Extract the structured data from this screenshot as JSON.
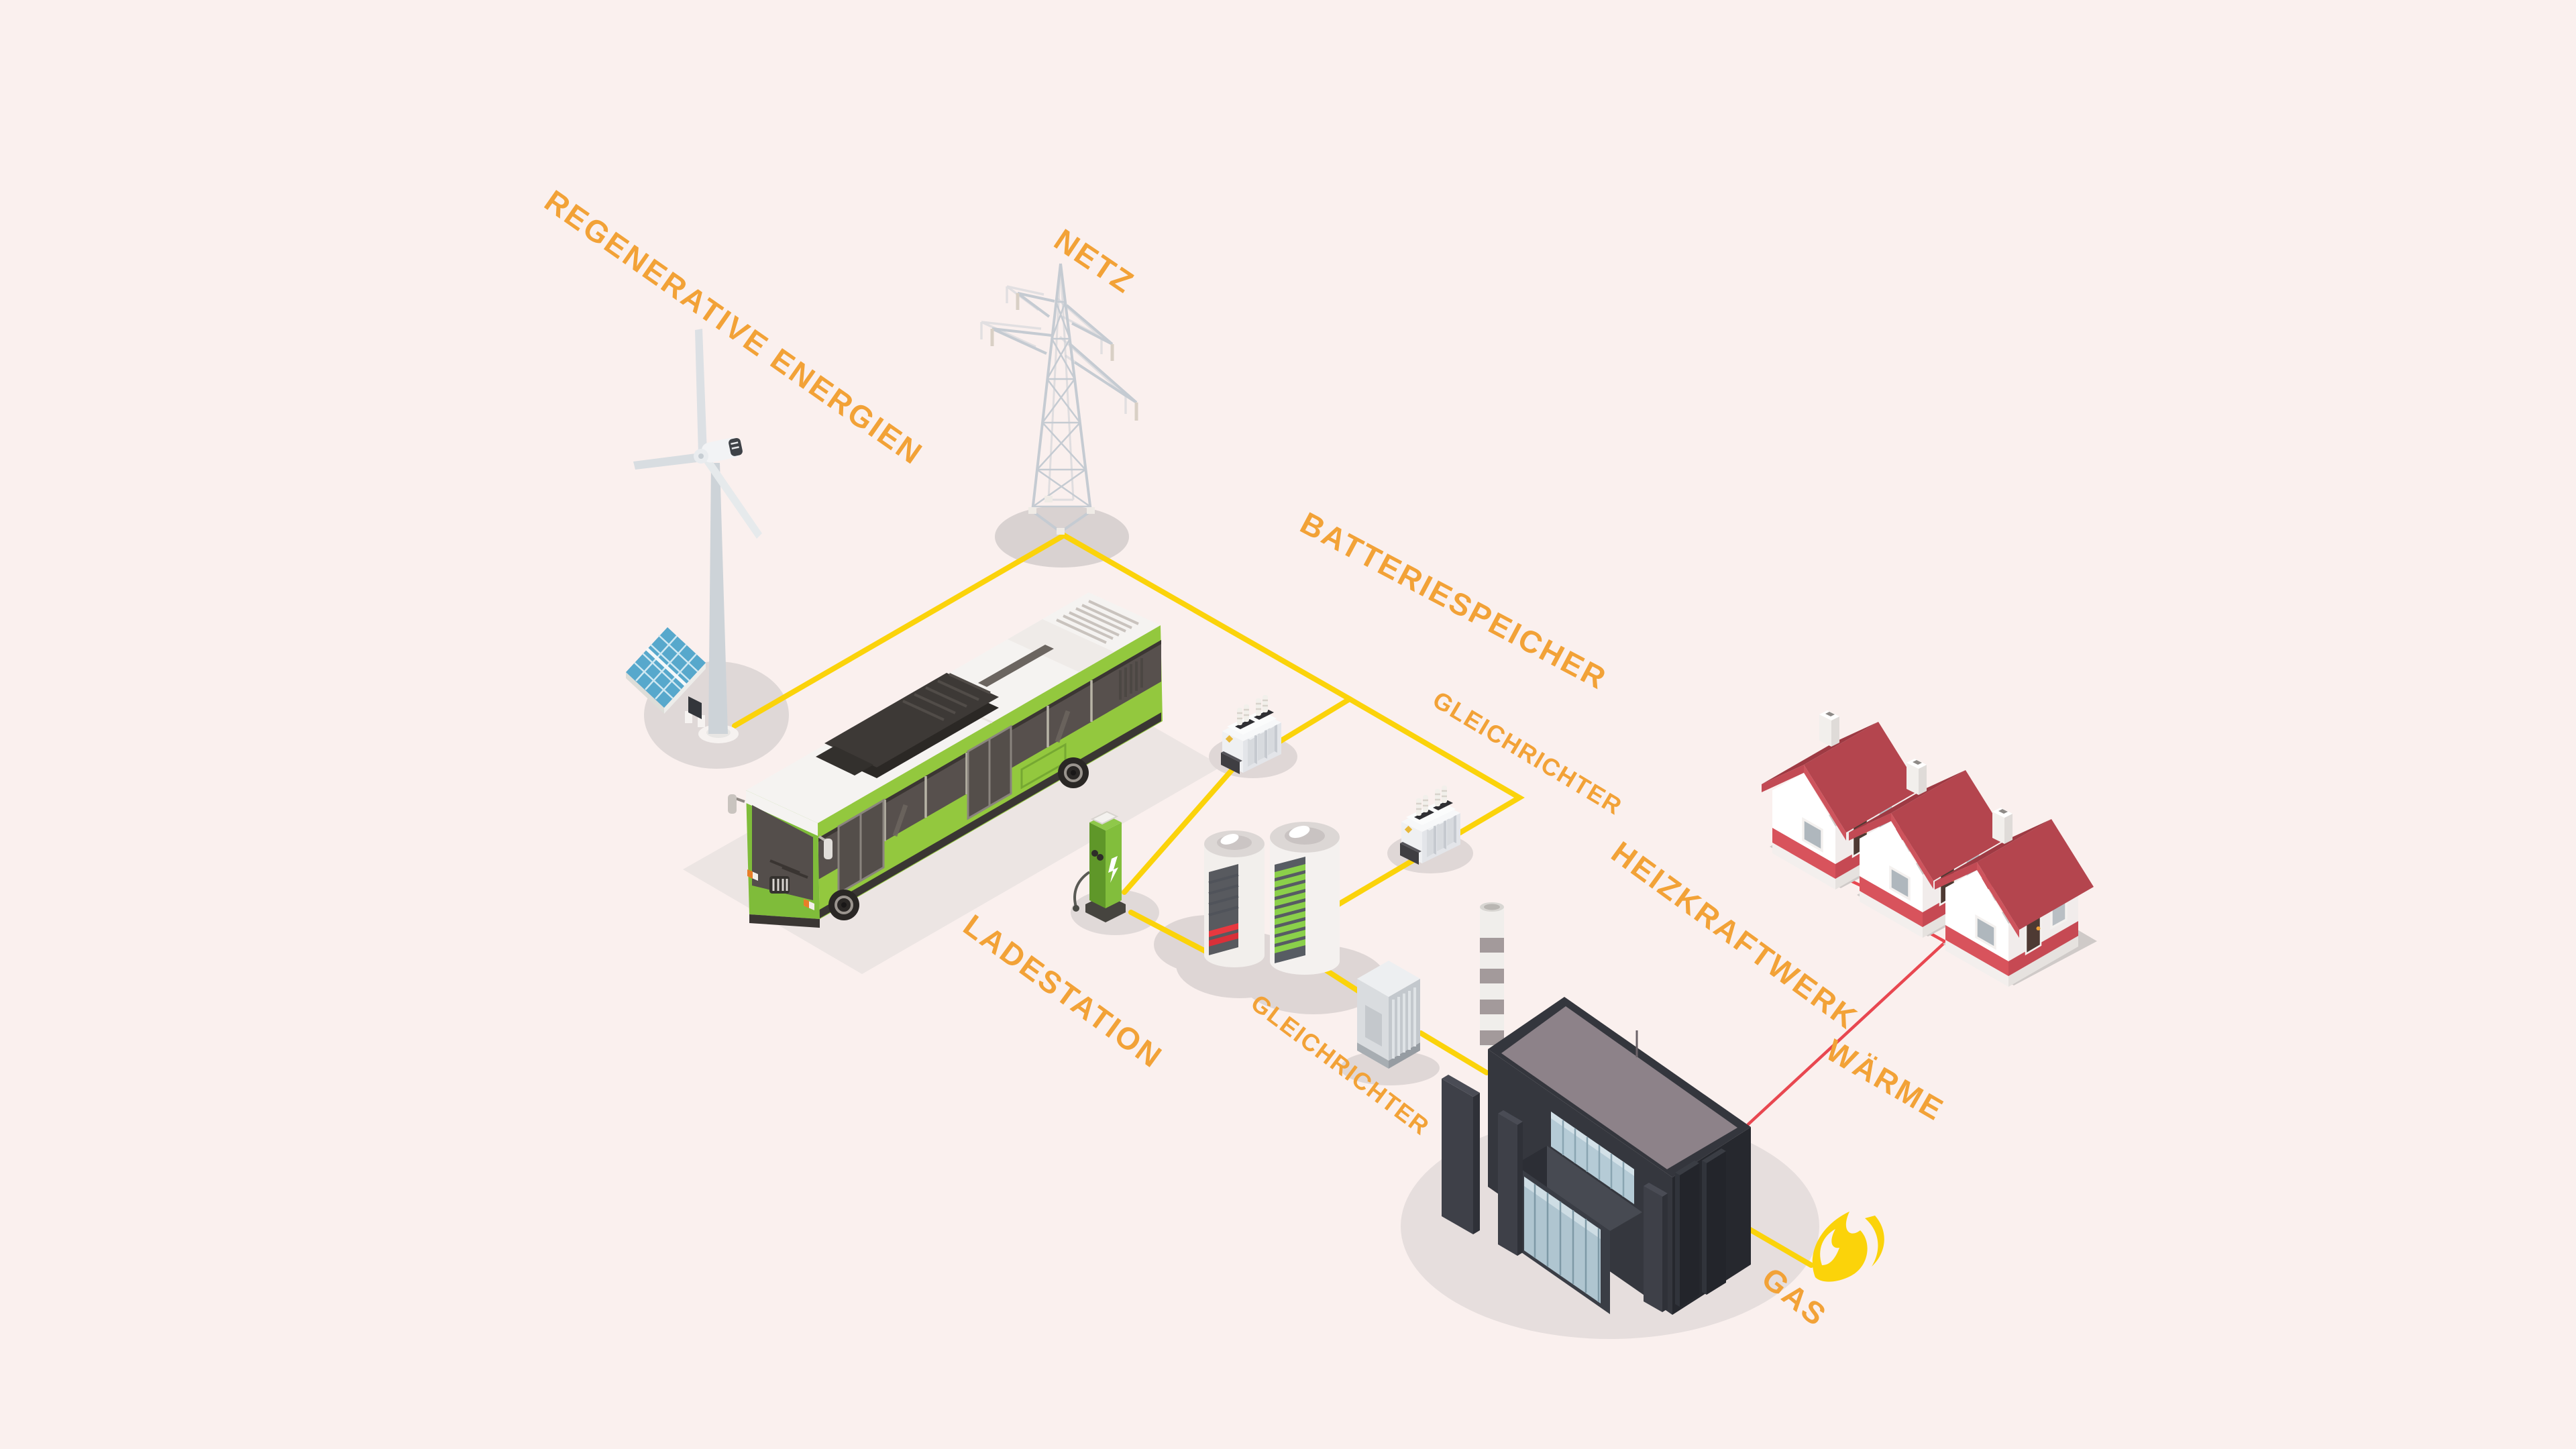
{
  "background_color": "#FAF0EE",
  "accent_colors": {
    "label_orange": "#F2A237",
    "power_line_yellow": "#FBD30A",
    "heat_line_red": "#E84750",
    "flame_yellow": "#FBD30A"
  },
  "labels": {
    "regenerative_energien": "REGENERATIVE ENERGIEN",
    "netz": "NETZ",
    "batteriespeicher": "BATTERIESPEICHER",
    "gleichrichter_top": "GLEICHRICHTER",
    "heizkraftwerk": "HEIZKRAFTWERK",
    "ladestation": "LADESTATION",
    "gleichrichter_bottom": "GLEICHRICHTER",
    "waerme": "WÄRME",
    "gas": "GAS"
  },
  "components": [
    {
      "id": "wind-turbine",
      "labelled_as": "regenerative_energien"
    },
    {
      "id": "solar-panel",
      "labelled_as": "regenerative_energien"
    },
    {
      "id": "transmission-tower",
      "labelled_as": "netz"
    },
    {
      "id": "electric-bus",
      "labelled_as": "ladestation"
    },
    {
      "id": "charging-station",
      "labelled_as": "ladestation"
    },
    {
      "id": "transformer-1",
      "labelled_as": "gleichrichter_top"
    },
    {
      "id": "transformer-2",
      "labelled_as": "gleichrichter_top"
    },
    {
      "id": "battery-storage",
      "labelled_as": "batteriespeicher"
    },
    {
      "id": "rectifier-cabinet",
      "labelled_as": "gleichrichter_bottom"
    },
    {
      "id": "chp-plant",
      "labelled_as": "heizkraftwerk"
    },
    {
      "id": "houses",
      "labelled_as": "waerme"
    },
    {
      "id": "gas-flame",
      "labelled_as": "gas"
    }
  ],
  "battery_storage": {
    "left_unit_level": 0.15,
    "right_unit_level": 0.95
  },
  "connections": {
    "power": [
      [
        "wind-turbine",
        "transmission-tower"
      ],
      [
        "transmission-tower",
        "transformer-1"
      ],
      [
        "transformer-1",
        "charging-station"
      ],
      [
        "charging-station",
        "battery-storage"
      ],
      [
        "transmission-tower",
        "transformer-2"
      ],
      [
        "transformer-2",
        "battery-storage"
      ],
      [
        "battery-storage",
        "rectifier-cabinet"
      ],
      [
        "rectifier-cabinet",
        "chp-plant"
      ],
      [
        "chp-plant",
        "gas-flame"
      ]
    ],
    "heat": [
      [
        "chp-plant",
        "houses"
      ]
    ]
  }
}
